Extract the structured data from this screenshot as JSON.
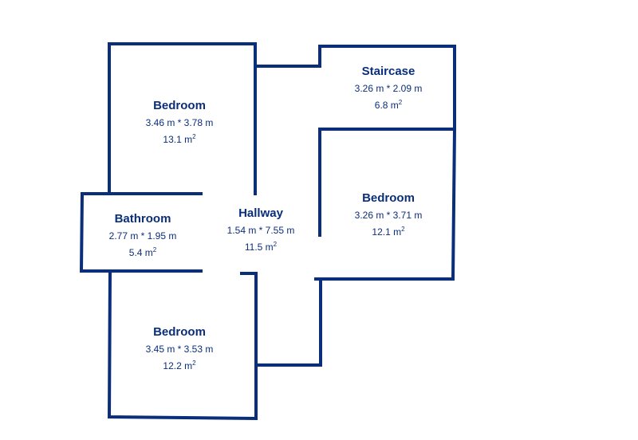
{
  "floorplan": {
    "wall_color": "#0b2e7a",
    "rooms": [
      {
        "name": "Bedroom",
        "dimensions": "3.46 m * 3.78 m",
        "area_value": "13.1 m",
        "area_unit_sup": "2"
      },
      {
        "name": "Staircase",
        "dimensions": "3.26 m * 2.09 m",
        "area_value": "6.8 m",
        "area_unit_sup": "2"
      },
      {
        "name": "Hallway",
        "dimensions": "1.54 m * 7.55 m",
        "area_value": "11.5 m",
        "area_unit_sup": "2"
      },
      {
        "name": "Bathroom",
        "dimensions": "2.77 m * 1.95 m",
        "area_value": "5.4 m",
        "area_unit_sup": "2"
      },
      {
        "name": "Bedroom",
        "dimensions": "3.26 m * 3.71 m",
        "area_value": "12.1 m",
        "area_unit_sup": "2"
      },
      {
        "name": "Bedroom",
        "dimensions": "3.45 m * 3.53 m",
        "area_value": "12.2 m",
        "area_unit_sup": "2"
      }
    ]
  }
}
